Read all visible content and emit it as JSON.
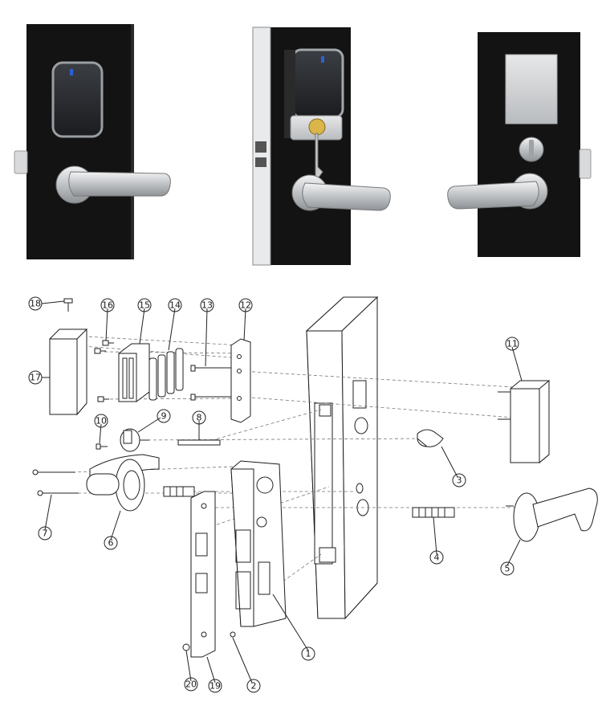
{
  "photos": [
    {
      "id": "front",
      "name": "front-view-photo"
    },
    {
      "id": "edge",
      "name": "edge-view-photo"
    },
    {
      "id": "rear",
      "name": "rear-view-photo"
    }
  ],
  "callouts": [
    {
      "n": "1",
      "label": "1"
    },
    {
      "n": "2",
      "label": "2"
    },
    {
      "n": "3",
      "label": "3"
    },
    {
      "n": "4",
      "label": "4"
    },
    {
      "n": "5",
      "label": "5"
    },
    {
      "n": "6",
      "label": "6"
    },
    {
      "n": "7",
      "label": "7"
    },
    {
      "n": "8",
      "label": "8"
    },
    {
      "n": "9",
      "label": "9"
    },
    {
      "n": "10",
      "label": "10"
    },
    {
      "n": "11",
      "label": "11"
    },
    {
      "n": "12",
      "label": "12"
    },
    {
      "n": "13",
      "label": "13"
    },
    {
      "n": "14",
      "label": "14"
    },
    {
      "n": "15",
      "label": "15"
    },
    {
      "n": "16",
      "label": "16"
    },
    {
      "n": "17",
      "label": "17"
    },
    {
      "n": "18",
      "label": "18"
    },
    {
      "n": "19",
      "label": "19"
    },
    {
      "n": "20",
      "label": "20"
    }
  ],
  "colors": {
    "panel": "#141414",
    "handle": "#c9cbcd",
    "reader": "#2a2c30",
    "led": "#2f5fd6",
    "brass": "#d9b54a"
  }
}
